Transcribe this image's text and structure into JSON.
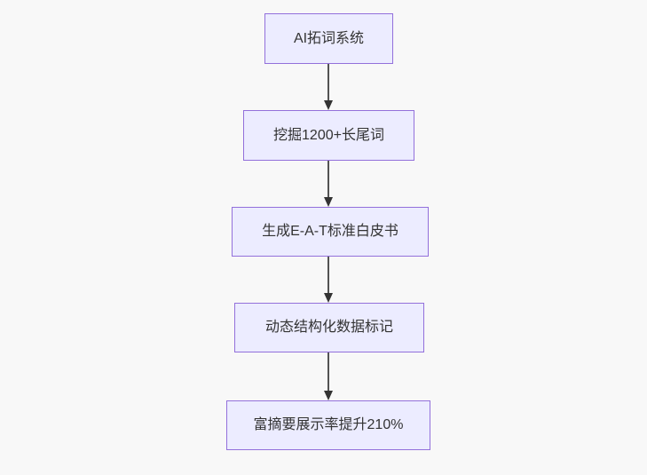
{
  "diagram": {
    "type": "flowchart-top-down",
    "background_color": "#f8f8f8",
    "node_fill_color": "#ececff",
    "node_border_color": "#9370db",
    "text_color": "#333333",
    "arrow_color": "#333333",
    "nodes": [
      {
        "id": "n1",
        "label": "AI拓词系统"
      },
      {
        "id": "n2",
        "label": "挖掘1200+长尾词"
      },
      {
        "id": "n3",
        "label": "生成E-A-T标准白皮书"
      },
      {
        "id": "n4",
        "label": "动态结构化数据标记"
      },
      {
        "id": "n5",
        "label": "富摘要展示率提升210%"
      }
    ],
    "edges": [
      {
        "from": "n1",
        "to": "n2"
      },
      {
        "from": "n2",
        "to": "n3"
      },
      {
        "from": "n3",
        "to": "n4"
      },
      {
        "from": "n4",
        "to": "n5"
      }
    ]
  }
}
